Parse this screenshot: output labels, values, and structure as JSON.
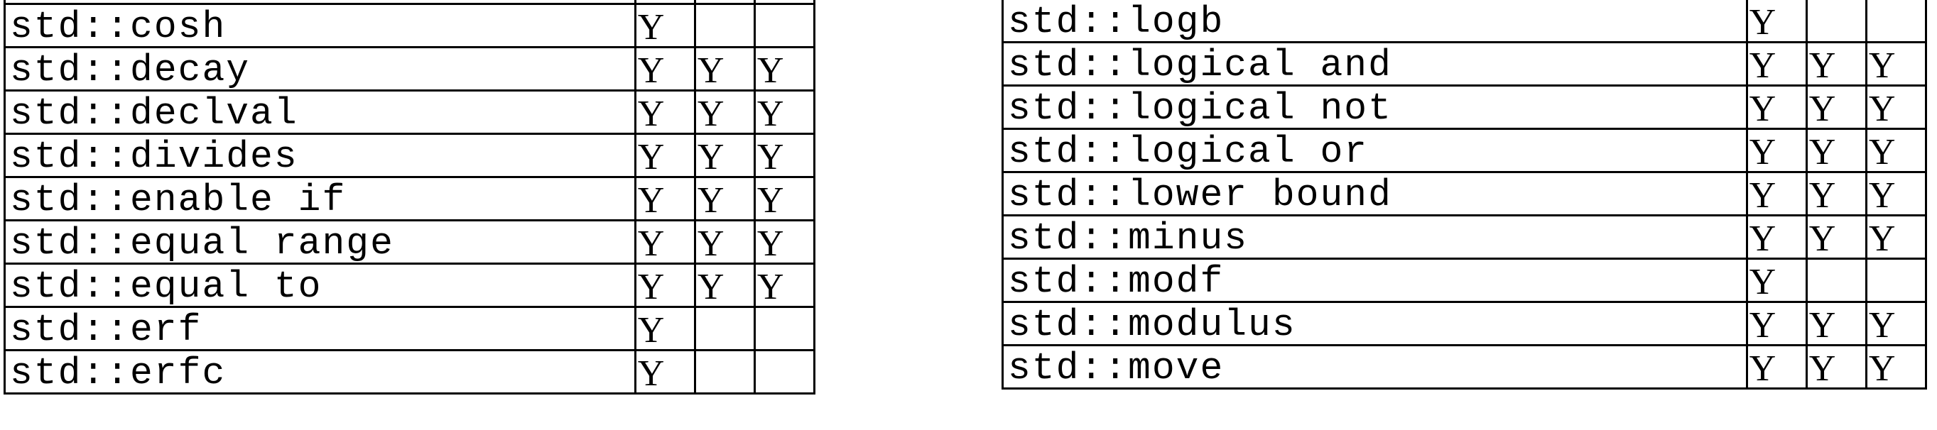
{
  "left_table": {
    "rows": [
      {
        "name": "",
        "c1": "",
        "c2": "",
        "c3": ""
      },
      {
        "name": "std::cosh",
        "c1": "Y",
        "c2": "",
        "c3": ""
      },
      {
        "name": "std::decay",
        "c1": "Y",
        "c2": "Y",
        "c3": "Y"
      },
      {
        "name": "std::declval",
        "c1": "Y",
        "c2": "Y",
        "c3": "Y"
      },
      {
        "name": "std::divides",
        "c1": "Y",
        "c2": "Y",
        "c3": "Y"
      },
      {
        "name": "std::enable if",
        "c1": "Y",
        "c2": "Y",
        "c3": "Y"
      },
      {
        "name": "std::equal range",
        "c1": "Y",
        "c2": "Y",
        "c3": "Y"
      },
      {
        "name": "std::equal to",
        "c1": "Y",
        "c2": "Y",
        "c3": "Y"
      },
      {
        "name": "std::erf",
        "c1": "Y",
        "c2": "",
        "c3": ""
      },
      {
        "name": "std::erfc",
        "c1": "Y",
        "c2": "",
        "c3": ""
      }
    ]
  },
  "right_table": {
    "rows": [
      {
        "name": "std::logb",
        "c1": "Y",
        "c2": "",
        "c3": ""
      },
      {
        "name": "std::logical and",
        "c1": "Y",
        "c2": "Y",
        "c3": "Y"
      },
      {
        "name": "std::logical not",
        "c1": "Y",
        "c2": "Y",
        "c3": "Y"
      },
      {
        "name": "std::logical or",
        "c1": "Y",
        "c2": "Y",
        "c3": "Y"
      },
      {
        "name": "std::lower bound",
        "c1": "Y",
        "c2": "Y",
        "c3": "Y"
      },
      {
        "name": "std::minus",
        "c1": "Y",
        "c2": "Y",
        "c3": "Y"
      },
      {
        "name": "std::modf",
        "c1": "Y",
        "c2": "",
        "c3": ""
      },
      {
        "name": "std::modulus",
        "c1": "Y",
        "c2": "Y",
        "c3": "Y"
      },
      {
        "name": "std::move",
        "c1": "Y",
        "c2": "Y",
        "c3": "Y"
      }
    ]
  }
}
